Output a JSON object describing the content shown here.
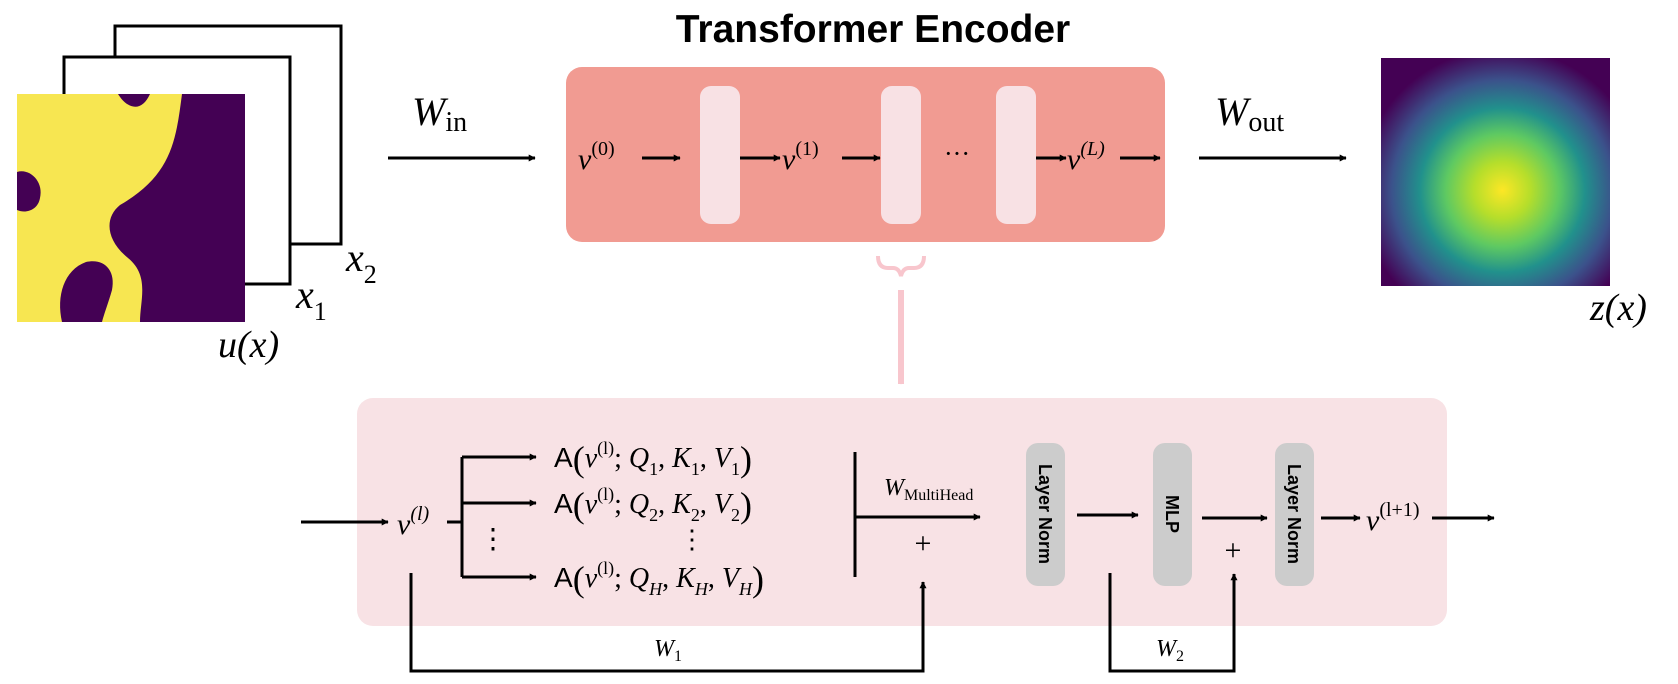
{
  "title": "Transformer Encoder",
  "input": {
    "func_label": "u(x)",
    "coord1_base": "x",
    "coord1_sub": "1",
    "coord2_base": "x",
    "coord2_sub": "2"
  },
  "output": {
    "func_label": "z(x)"
  },
  "w_in": {
    "base": "W",
    "sub": "in"
  },
  "w_out": {
    "base": "W",
    "sub": "out"
  },
  "encoder": {
    "v0_base": "v",
    "v0_sup": "(0)",
    "v1_base": "v",
    "v1_sup": "(1)",
    "ellipsis": "···",
    "vL_base": "v",
    "vL_sup": "(L)"
  },
  "detail": {
    "input_base": "v",
    "input_sup": "(l)",
    "heads": [
      {
        "fn": "A",
        "v": "v",
        "sup": "(l)",
        "q": "Q",
        "qs": "1",
        "k": "K",
        "ks": "1",
        "vv": "V",
        "vs": "1"
      },
      {
        "fn": "A",
        "v": "v",
        "sup": "(l)",
        "q": "Q",
        "qs": "2",
        "k": "K",
        "ks": "2",
        "vv": "V",
        "vs": "2"
      },
      {
        "fn": "A",
        "v": "v",
        "sup": "(l)",
        "q": "Q",
        "qs": "H",
        "k": "K",
        "ks": "H",
        "vv": "V",
        "vs": "H"
      }
    ],
    "vdots": "⋮",
    "multihead_base": "W",
    "multihead_sub": "MultiHead",
    "plus": "+",
    "layer_norm": "Layer Norm",
    "mlp": "MLP",
    "w1_base": "W",
    "w1_sub": "1",
    "w2_base": "W",
    "w2_sub": "2",
    "output_base": "v",
    "output_sup": "(l+1)"
  },
  "colors": {
    "encoder_bg": "#f19b92",
    "encoder_block": "#f8e1e4",
    "detail_bg": "#f8e2e5",
    "pill": "#cccccc",
    "connector": "#f8c6cd",
    "purple": "#440154",
    "yellow": "#f7e651"
  }
}
